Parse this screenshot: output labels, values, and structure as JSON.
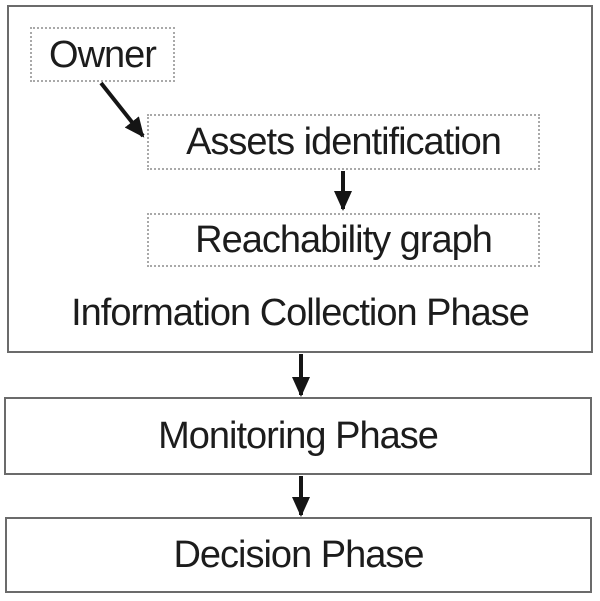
{
  "diagram": {
    "collection_phase": {
      "title": "Information Collection Phase",
      "owner_label": "Owner",
      "assets_label": "Assets identification",
      "reachability_label": "Reachability graph"
    },
    "monitoring_phase": {
      "title": "Monitoring Phase"
    },
    "decision_phase": {
      "title": "Decision Phase"
    }
  },
  "colors": {
    "text": "#1c1c1c",
    "box_border": "#6b6b6b",
    "dotted_border": "#a9a9a9",
    "arrow": "#151515",
    "background": "#ffffff"
  }
}
